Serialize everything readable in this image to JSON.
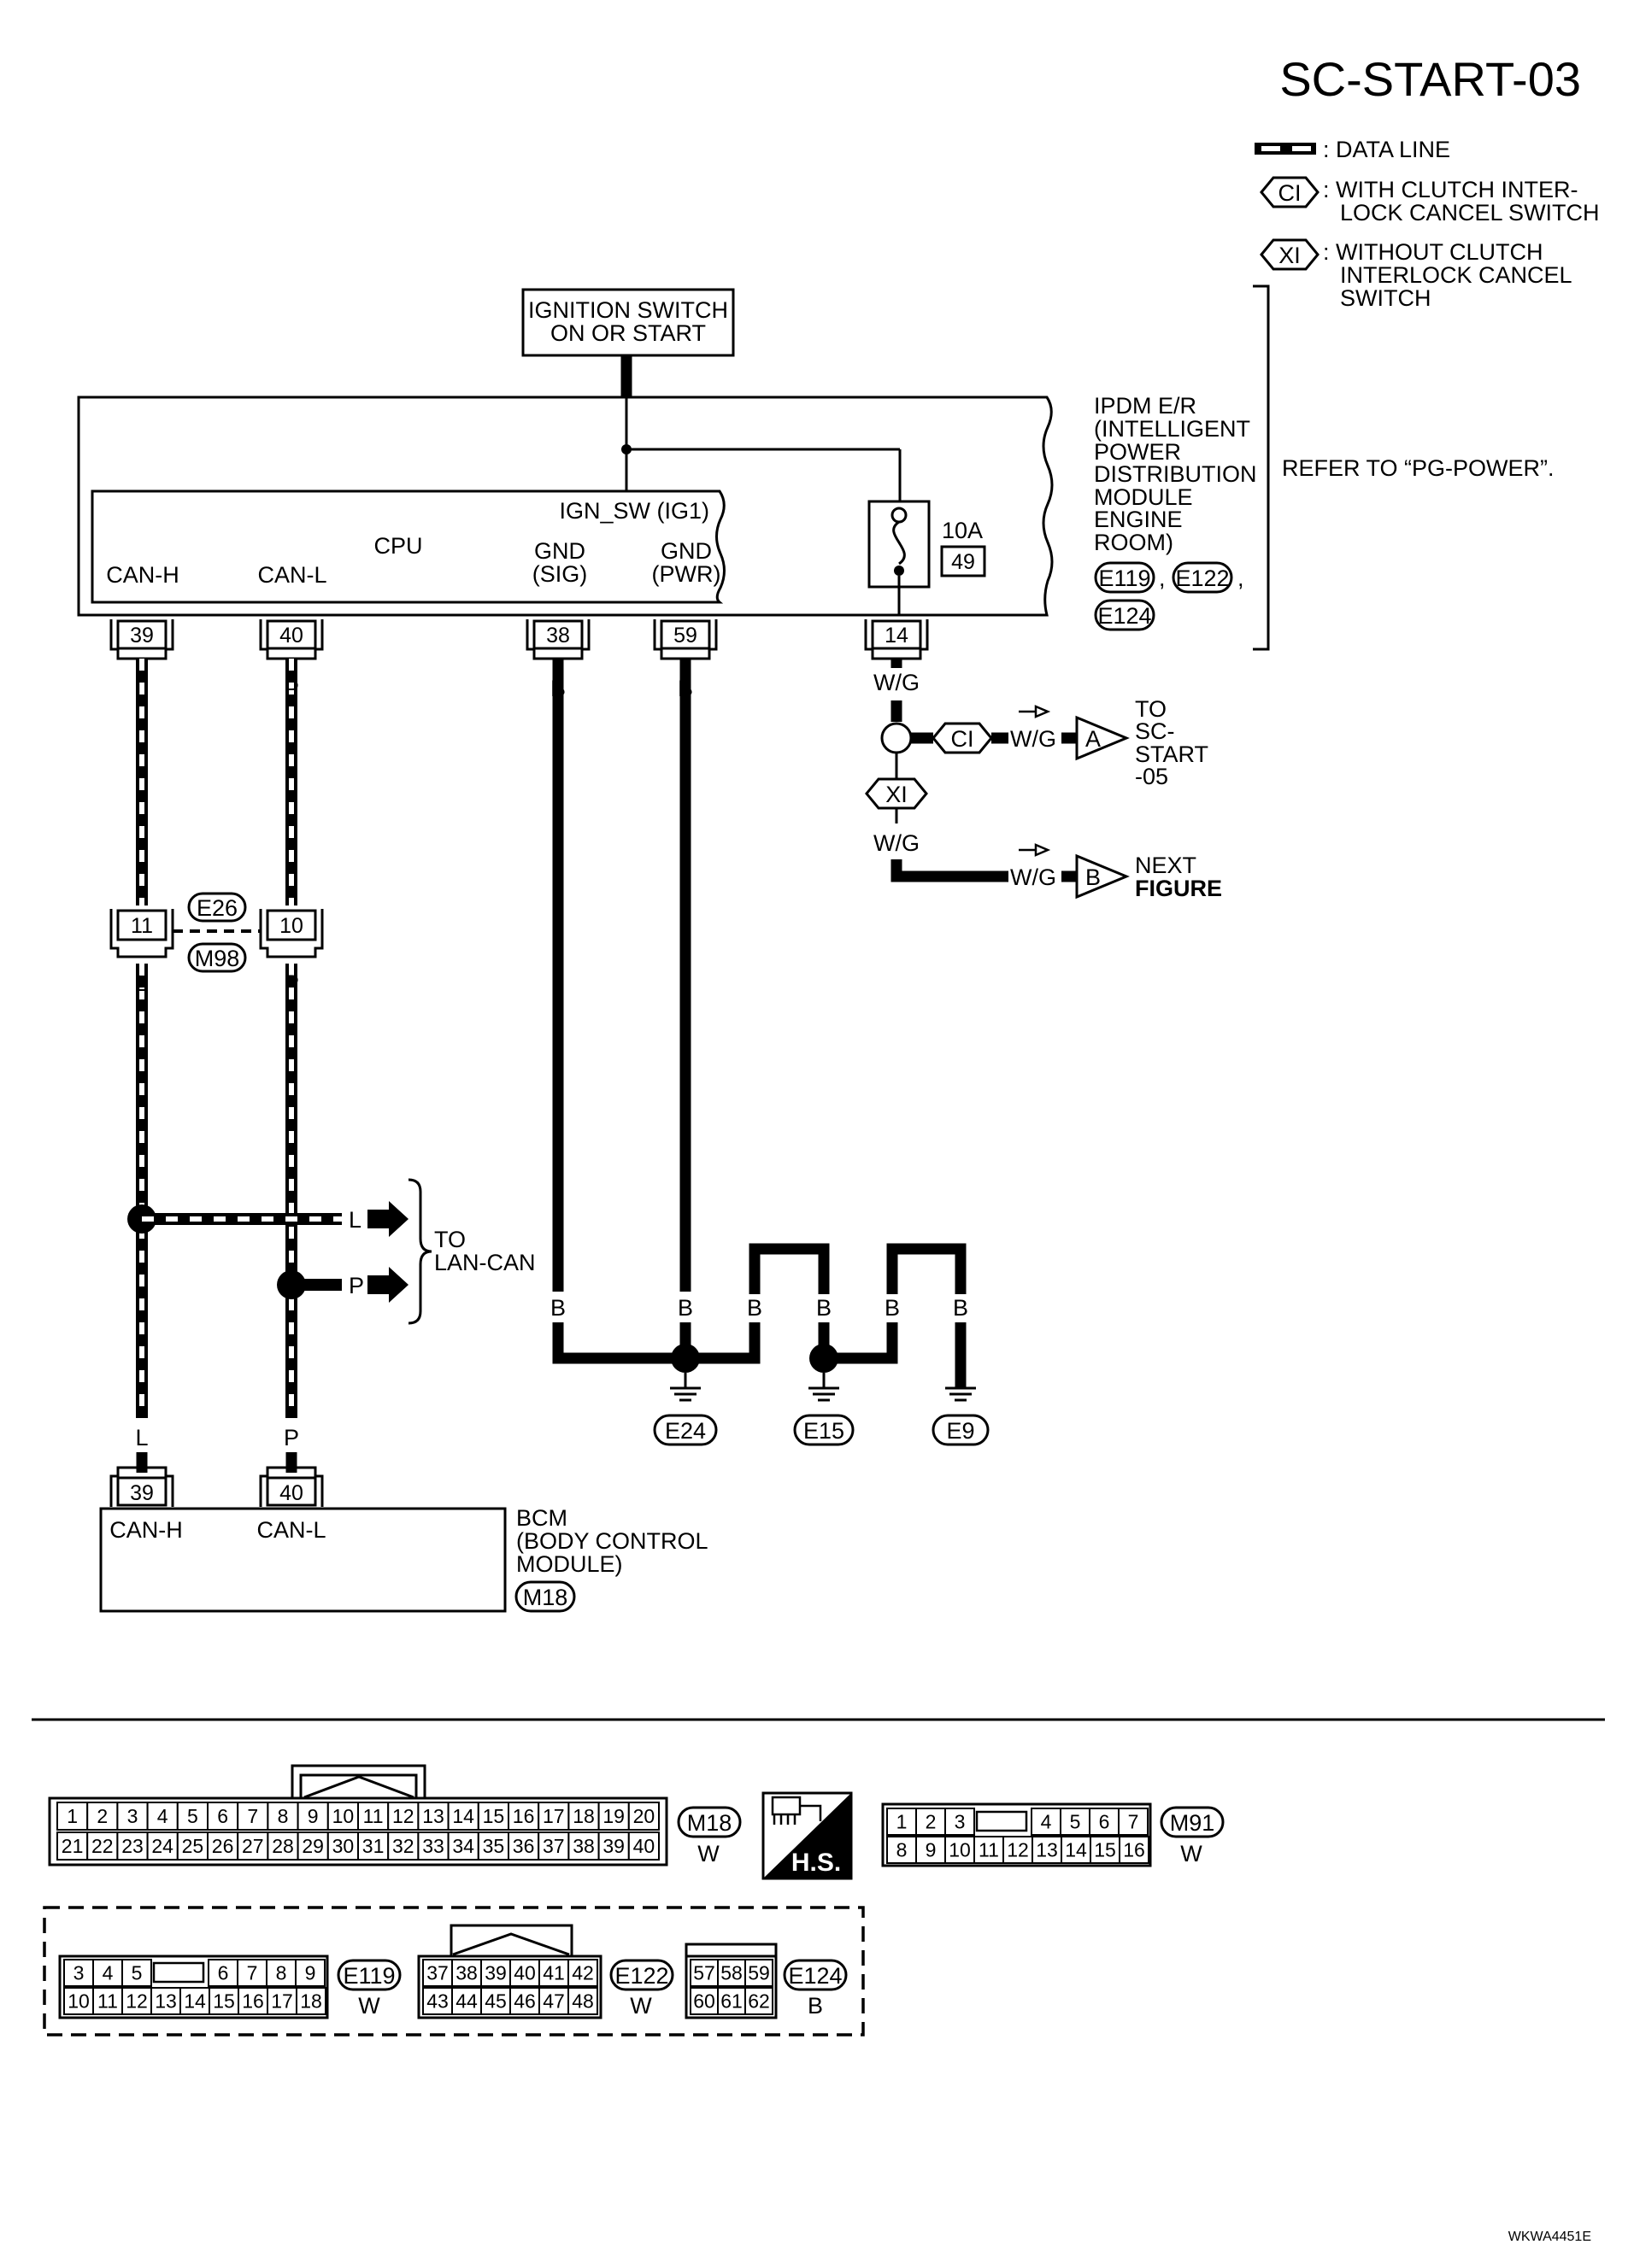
{
  "page_id": "SC-START-03",
  "legend": {
    "data_line": ": DATA LINE",
    "ci_code": "CI",
    "ci_text_1": ": WITH CLUTCH INTER-",
    "ci_text_2": "LOCK CANCEL SWITCH",
    "xi_code": "XI",
    "xi_text_1": ": WITHOUT CLUTCH",
    "xi_text_2": "INTERLOCK CANCEL",
    "xi_text_3": "SWITCH"
  },
  "ignition": {
    "line1": "IGNITION SWITCH",
    "line2": "ON OR START"
  },
  "ipdm": {
    "lines": [
      "IPDM E/R",
      "(INTELLIGENT",
      "POWER",
      "DISTRIBUTION",
      "MODULE",
      "ENGINE",
      "ROOM)"
    ],
    "connectors": [
      "E119",
      "E122",
      "E124"
    ],
    "comma": ",",
    "refer": "REFER TO  “PG-POWER”.",
    "cpu": "CPU",
    "ign_sw": "IGN_SW (IG1)",
    "can_h": "CAN-H",
    "can_l": "CAN-L",
    "gnd_sig_1": "GND",
    "gnd_sig_2": "(SIG)",
    "gnd_pwr_1": "GND",
    "gnd_pwr_2": "(PWR)",
    "fuse_amp": "10A",
    "fuse_no": "49",
    "pins": [
      "39",
      "40",
      "38",
      "59",
      "14"
    ]
  },
  "wires": {
    "l": "L",
    "p": "P",
    "b": "B",
    "wg": "W/G"
  },
  "joint": {
    "pin_l": "11",
    "pin_p": "10",
    "conn_a": "E26",
    "conn_b": "M98"
  },
  "to_sc": {
    "conn": "CI",
    "line1": "TO",
    "line2": "SC-",
    "line3": "START",
    "line4": "-05",
    "arrow_letter": "A"
  },
  "next": {
    "conn": "XI",
    "line1": "NEXT",
    "line2": "FIGURE",
    "arrow_letter": "B"
  },
  "lan": {
    "line1": "TO",
    "line2": "LAN-CAN"
  },
  "grounds": [
    "E24",
    "E15",
    "E9"
  ],
  "bcm": {
    "line1": "BCM",
    "line2": "(BODY CONTROL",
    "line3": "MODULE)",
    "conn": "M18",
    "can_h": "CAN-H",
    "can_l": "CAN-L",
    "pins": [
      "39",
      "40"
    ]
  },
  "connector_views": {
    "m18": {
      "row1": [
        "1",
        "2",
        "3",
        "4",
        "5",
        "6",
        "7",
        "8",
        "9",
        "10",
        "11",
        "12",
        "13",
        "14",
        "15",
        "16",
        "17",
        "18",
        "19",
        "20"
      ],
      "row2": [
        "21",
        "22",
        "23",
        "24",
        "25",
        "26",
        "27",
        "28",
        "29",
        "30",
        "31",
        "32",
        "33",
        "34",
        "35",
        "36",
        "37",
        "38",
        "39",
        "40"
      ],
      "name": "M18",
      "color": "W"
    },
    "hs": "H.S.",
    "m91": {
      "row1a": [
        "1",
        "2",
        "3"
      ],
      "row1b": [
        "4",
        "5",
        "6",
        "7"
      ],
      "row2": [
        "8",
        "9",
        "10",
        "11",
        "12",
        "13",
        "14",
        "15",
        "16"
      ],
      "name": "M91",
      "color": "W"
    },
    "e119": {
      "row1a": [
        "3",
        "4",
        "5"
      ],
      "row1b": [
        "6",
        "7",
        "8",
        "9"
      ],
      "row2": [
        "10",
        "11",
        "12",
        "13",
        "14",
        "15",
        "16",
        "17",
        "18"
      ],
      "name": "E119",
      "color": "W"
    },
    "e122": {
      "row1": [
        "37",
        "38",
        "39",
        "40",
        "41",
        "42"
      ],
      "row2": [
        "43",
        "44",
        "45",
        "46",
        "47",
        "48"
      ],
      "name": "E122",
      "color": "W"
    },
    "e124": {
      "row1": [
        "57",
        "58",
        "59"
      ],
      "row2": [
        "60",
        "61",
        "62"
      ],
      "name": "E124",
      "color": "B"
    }
  },
  "footer_code": "WKWA4451E"
}
